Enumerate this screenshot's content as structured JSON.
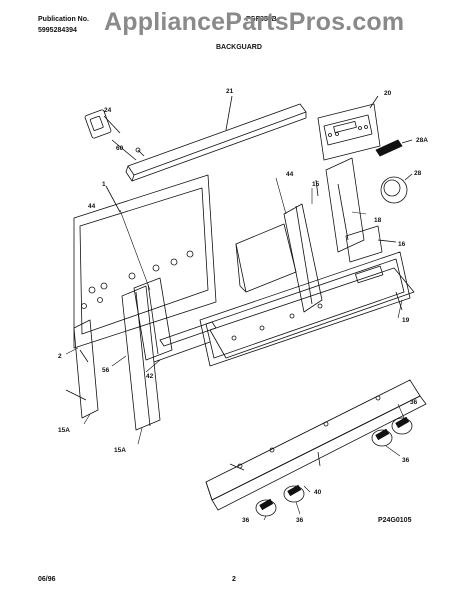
{
  "header": {
    "publication_label": "Publication No.",
    "publication_number": "5995284394",
    "model": "FGF354B",
    "section_title": "BACKGUARD"
  },
  "watermark": "AppliancePartsPros.com",
  "diagram": {
    "reference_code": "P24G0105",
    "callouts": [
      {
        "id": "c21",
        "label": "21"
      },
      {
        "id": "c20",
        "label": "20"
      },
      {
        "id": "c24",
        "label": "24"
      },
      {
        "id": "c60",
        "label": "60"
      },
      {
        "id": "c28a",
        "label": "28A"
      },
      {
        "id": "c28",
        "label": "28"
      },
      {
        "id": "c44a",
        "label": "44"
      },
      {
        "id": "c44b",
        "label": "44"
      },
      {
        "id": "c15",
        "label": "15"
      },
      {
        "id": "c18",
        "label": "18"
      },
      {
        "id": "c16",
        "label": "16"
      },
      {
        "id": "c1",
        "label": "1"
      },
      {
        "id": "c19",
        "label": "19"
      },
      {
        "id": "c2",
        "label": "2"
      },
      {
        "id": "c56",
        "label": "56"
      },
      {
        "id": "c42",
        "label": "42"
      },
      {
        "id": "c15a-left",
        "label": "15A"
      },
      {
        "id": "c15a-mid",
        "label": "15A"
      },
      {
        "id": "c36a",
        "label": "36"
      },
      {
        "id": "c36b",
        "label": "36"
      },
      {
        "id": "c40",
        "label": "40"
      },
      {
        "id": "c36c",
        "label": "36"
      },
      {
        "id": "c36d",
        "label": "36"
      }
    ]
  },
  "footer": {
    "date": "06/96",
    "page": "2"
  }
}
